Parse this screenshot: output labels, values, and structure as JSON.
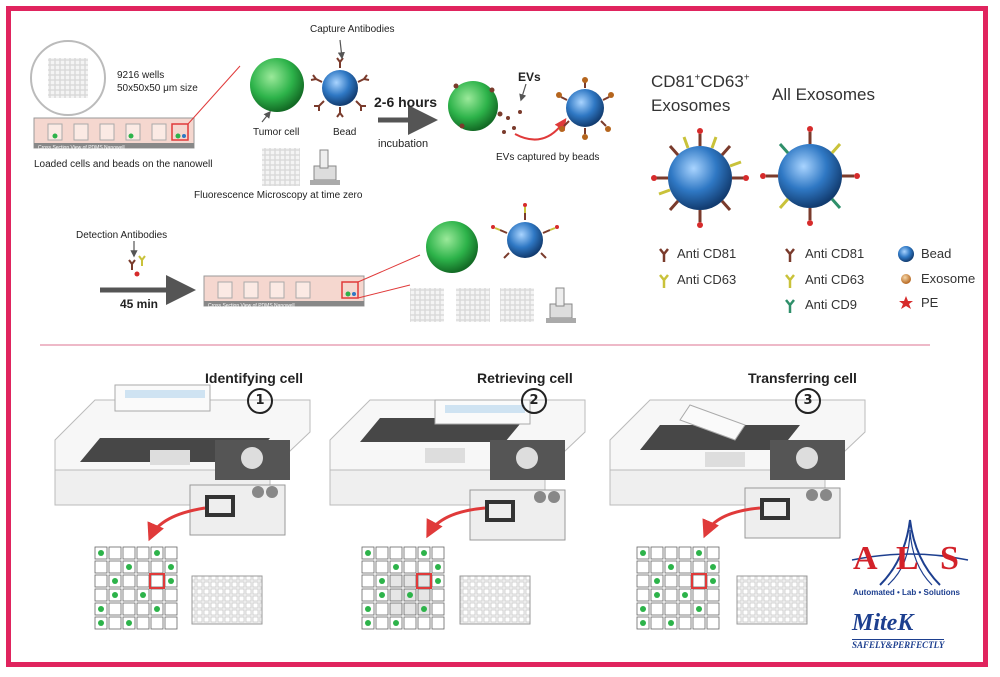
{
  "top_panel": {
    "capture_antibodies": "Capture Antibodies",
    "wells_line1": "9216 wells",
    "wells_line2": "50x50x50 μm size",
    "tumor_cell": "Tumor cell",
    "bead": "Bead",
    "time": "2-6 hours",
    "incubation": "incubation",
    "evs": "EVs",
    "evs_captured": "EVs captured by beads",
    "loaded": "Loaded cells and beads on the nanowell",
    "fluorescence": "Fluorescence Microscopy at time zero",
    "cross_section": "Cross Section View of PDMS Nanowell",
    "detection": "Detection Antibodies",
    "detect_time": "45 min"
  },
  "legend": {
    "group1_title_a": "CD81",
    "group1_title_b": "CD63",
    "group1_title_c": "Exosomes",
    "group2_title": "All Exosomes",
    "g1_items": [
      "Anti CD81",
      "Anti CD63"
    ],
    "g2_items": [
      "Anti CD81",
      "Anti CD63",
      "Anti CD9"
    ],
    "g3_items": [
      "Bead",
      "Exosome",
      "PE"
    ]
  },
  "steps": [
    {
      "label": "Identifying cell",
      "num": "1"
    },
    {
      "label": "Retrieving cell",
      "num": "2"
    },
    {
      "label": "Transferring cell",
      "num": "3"
    }
  ],
  "logo": {
    "als_a": "A",
    "als_l": "L",
    "als_s": "S",
    "als_tagline": "Automated • Lab • Solutions",
    "mitek": "MiteK",
    "mitek_tagline": "SAFELY&PERFECTLY"
  },
  "colors": {
    "frame": "#e0245e",
    "cell": "#2db34a",
    "bead": "#2f78c4",
    "arrow_red": "#e03a3a",
    "logo_red": "#d3222a",
    "logo_blue": "#1d3f8f"
  }
}
